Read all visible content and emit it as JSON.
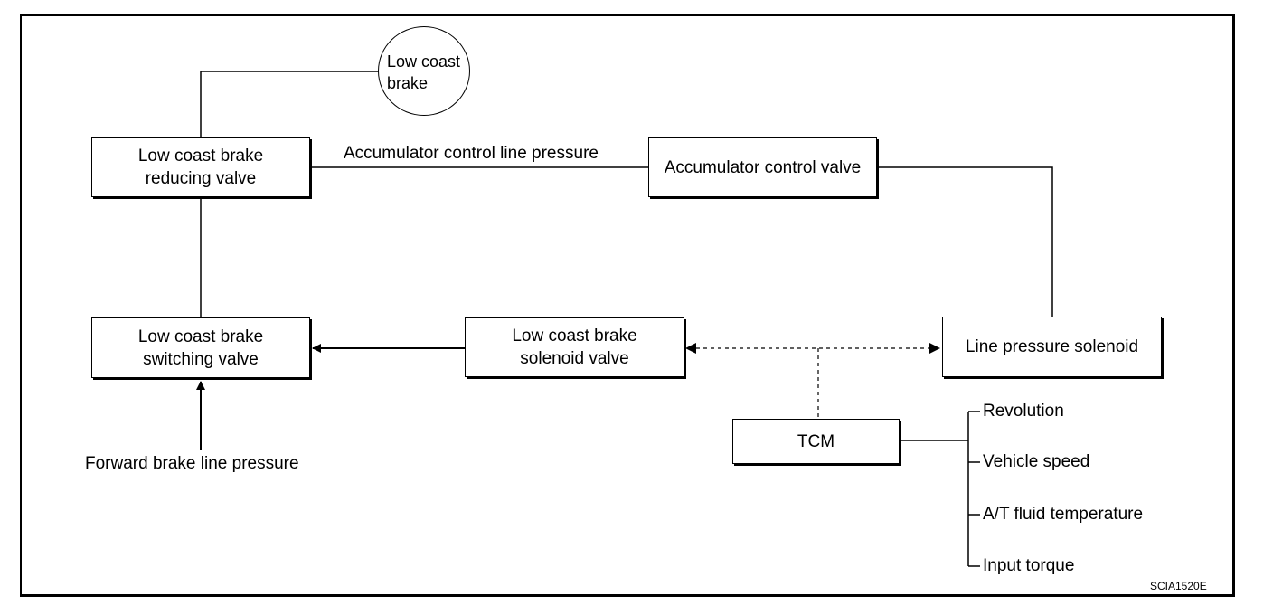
{
  "nodes": {
    "low_coast_brake": "Low coast\nbrake",
    "reducing_valve": "Low coast brake\nreducing valve",
    "accumulator_valve": "Accumulator control valve",
    "switching_valve": "Low coast brake\nswitching valve",
    "solenoid_valve": "Low coast brake\nsolenoid valve",
    "line_pressure_solenoid": "Line pressure solenoid",
    "tcm": "TCM"
  },
  "labels": {
    "accumulator_line": "Accumulator control line pressure",
    "forward_brake": "Forward brake line pressure"
  },
  "tcm_inputs": [
    "Revolution",
    "Vehicle speed",
    "A/T fluid temperature",
    "Input torque"
  ],
  "figure_code": "SCIA1520E"
}
